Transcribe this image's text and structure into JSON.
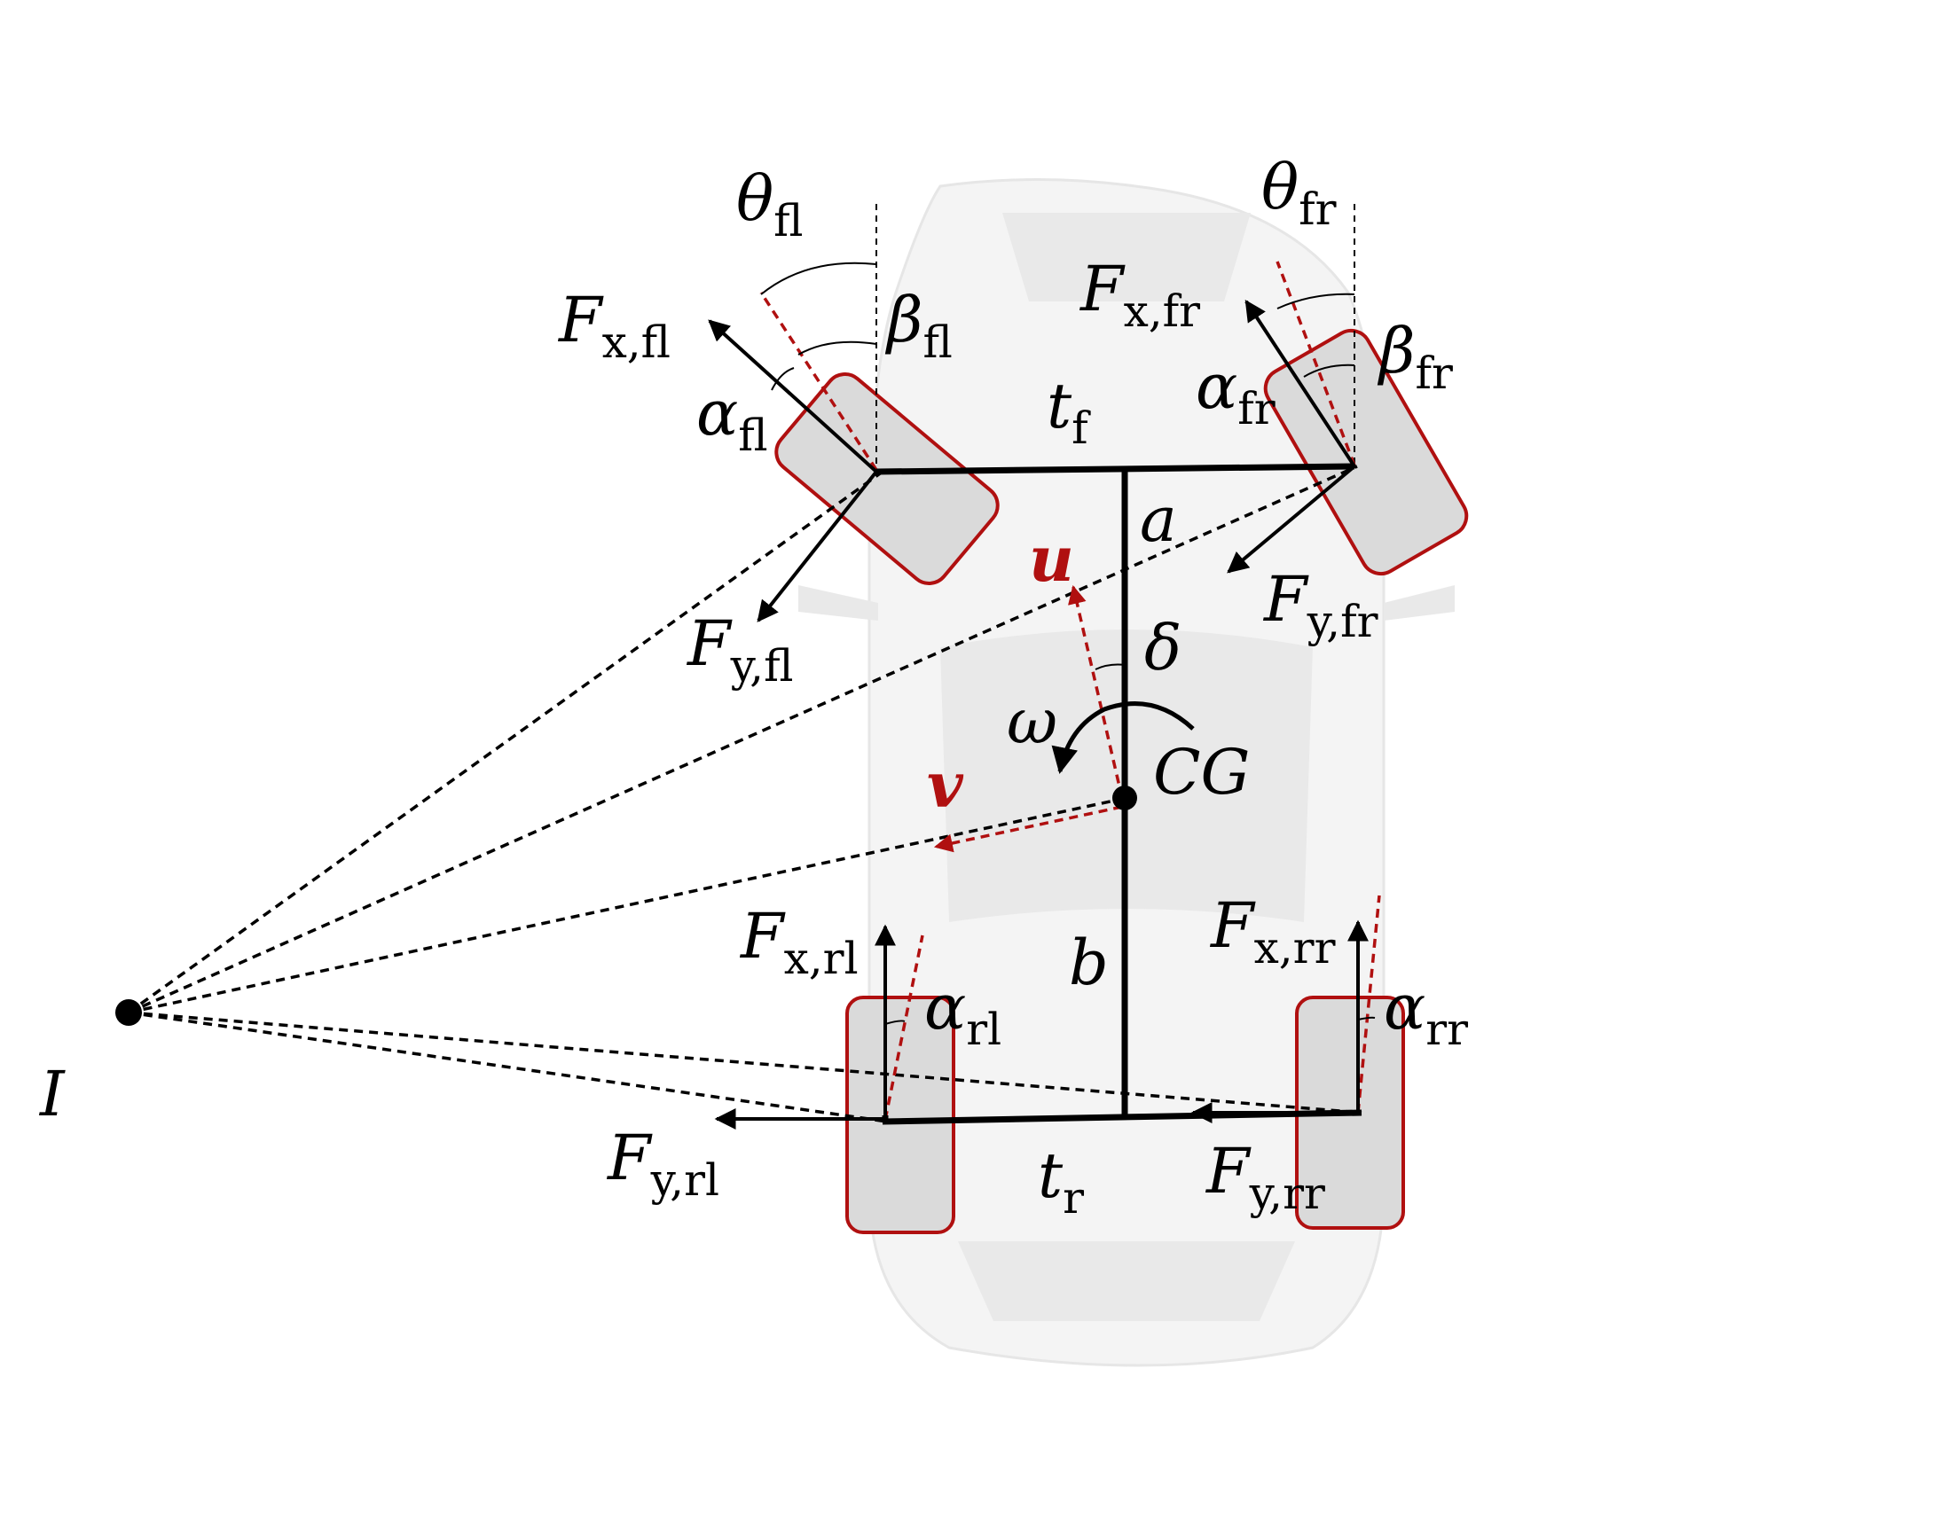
{
  "labels": {
    "theta_fl": {
      "main": "θ",
      "sub": "fl"
    },
    "theta_fr": {
      "main": "θ",
      "sub": "fr"
    },
    "Fx_fl": {
      "main": "F",
      "sub": "x,fl"
    },
    "Fx_fr": {
      "main": "F",
      "sub": "x,fr"
    },
    "beta_fl": {
      "main": "β",
      "sub": "fl"
    },
    "beta_fr": {
      "main": "β",
      "sub": "fr"
    },
    "alpha_fl": {
      "main": "α",
      "sub": "fl"
    },
    "alpha_fr": {
      "main": "α",
      "sub": "fr"
    },
    "t_f": {
      "main": "t",
      "sub": "f"
    },
    "a": {
      "main": "a"
    },
    "u": {
      "main": "u"
    },
    "Fy_fl": {
      "main": "F",
      "sub": "y,fl"
    },
    "Fy_fr": {
      "main": "F",
      "sub": "y,fr"
    },
    "delta": {
      "main": "δ"
    },
    "omega": {
      "main": "ω"
    },
    "CG": {
      "main": "CG"
    },
    "v": {
      "main": "v"
    },
    "Fx_rl": {
      "main": "F",
      "sub": "x,rl"
    },
    "Fx_rr": {
      "main": "F",
      "sub": "x,rr"
    },
    "b": {
      "main": "b"
    },
    "alpha_rl": {
      "main": "α",
      "sub": "rl"
    },
    "alpha_rr": {
      "main": "α",
      "sub": "rr"
    },
    "I": {
      "main": "I"
    },
    "Fy_rl": {
      "main": "F",
      "sub": "y,rl"
    },
    "t_r": {
      "main": "t",
      "sub": "r"
    },
    "Fy_rr": {
      "main": "F",
      "sub": "y,rr"
    }
  },
  "colors": {
    "wheel_outline": "#b01010",
    "velocity_vectors": "#b01010",
    "wheel_fill": "#dadada",
    "structure": "#000000"
  }
}
